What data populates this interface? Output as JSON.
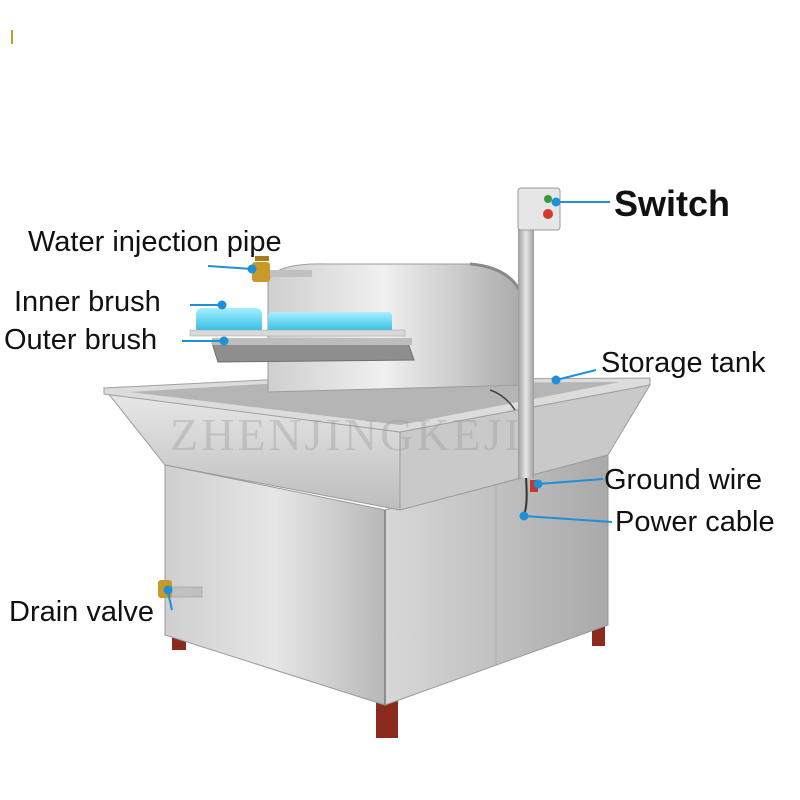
{
  "labels": {
    "switch": "Switch",
    "water_injection_pipe": "Water injection pipe",
    "inner_brush": "Inner brush",
    "outer_brush": "Outer brush",
    "storage_tank": "Storage tank",
    "ground_wire": "Ground wire",
    "power_cable": "Power cable",
    "drain_valve": "Drain valve"
  },
  "watermark": "ZHENJINGKEJI",
  "colors": {
    "callout_line": "#1f8fd6",
    "brush_bristles": "#3cc8e8",
    "steel_light": "#e2e2e2",
    "steel_mid": "#bfbfbf",
    "steel_dark": "#9a9a9a",
    "legs": "#8c2a1e",
    "switch_button_red": "#d23a2a"
  }
}
